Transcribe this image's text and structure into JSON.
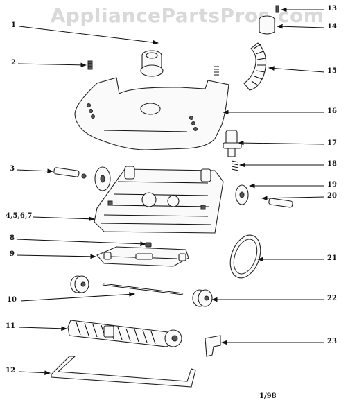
{
  "watermark": "AppliancePartsPros.com",
  "date_code": "1/98",
  "callouts": {
    "c1": "1",
    "c2": "2",
    "c3": "3",
    "c4567": "4,5,6,7",
    "c8": "8",
    "c9": "9",
    "c10": "10",
    "c11": "11",
    "c12": "12",
    "c13": "13",
    "c14": "14",
    "c15": "15",
    "c16": "16",
    "c17": "17",
    "c18": "18",
    "c19": "19",
    "c20": "20",
    "c21": "21",
    "c22": "22",
    "c23": "23"
  }
}
